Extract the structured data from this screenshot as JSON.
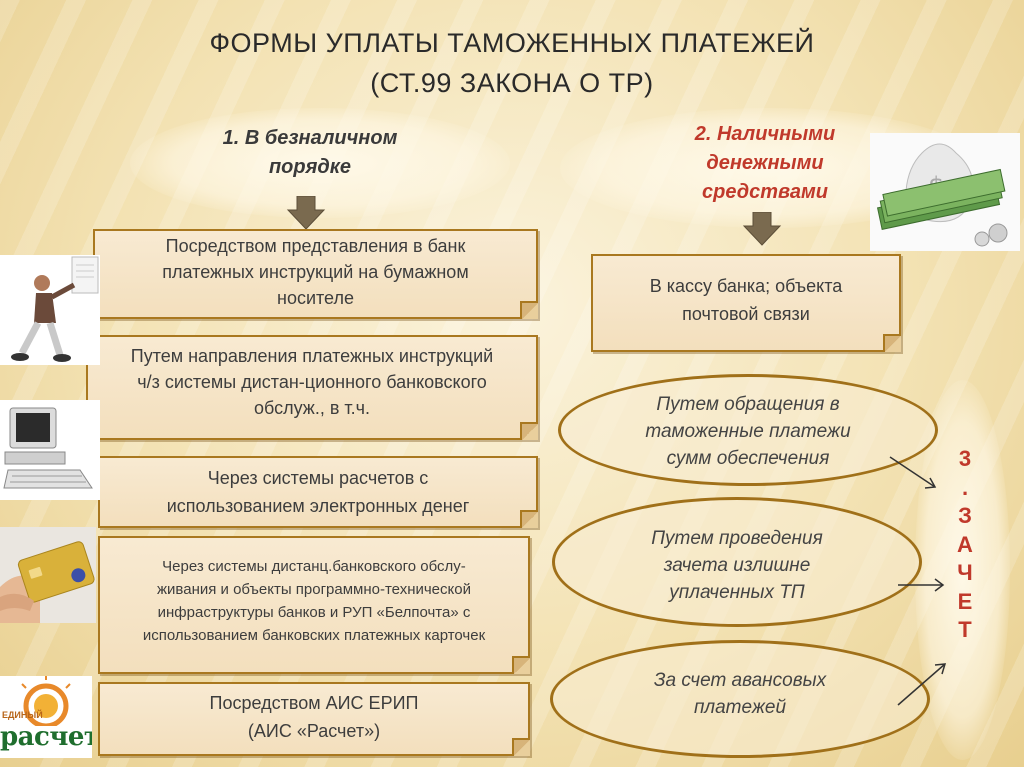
{
  "title": {
    "line1": "ФОРМЫ УПЛАТЫ ТАМОЖЕННЫХ ПЛАТЕЖЕЙ",
    "line2": "(СТ.99 ЗАКОНА О ТР)"
  },
  "left_column": {
    "heading_line1": "1. В безналичном",
    "heading_line2": "порядке",
    "boxes": [
      [
        "Посредством представления в банк",
        "платежных инструкций на бумажном",
        "носителе"
      ],
      [
        "Путем направления платежных инструкций",
        "ч/з системы дистан-ционного банковского",
        "обслуж., в т.ч."
      ],
      [
        "Через системы расчетов с",
        "использованием электронных денег"
      ],
      [
        "Через системы дистанц.банковского обслу-",
        "живания и объекты программно-технической",
        "инфраструктуры банков  и РУП «Белпочта» с",
        "использованием банковских платежных карточек"
      ],
      [
        "Посредством АИС ЕРИП",
        "(АИС «Расчет»)"
      ]
    ]
  },
  "right_column": {
    "heading_line1": "2. Наличными",
    "heading_line2": "денежными",
    "heading_line3": "средствами",
    "box": [
      "В кассу банка; объекта",
      "почтовой связи"
    ],
    "ellipses": [
      [
        "Путем обращения в",
        "таможенные платежи",
        "сумм обеспечения"
      ],
      [
        "Путем проведения",
        "зачета излишне",
        "уплаченных ТП"
      ],
      [
        "За счет авансовых",
        "платежей"
      ]
    ],
    "vertical_label": [
      "3",
      ".",
      "З",
      "А",
      "Ч",
      "Е",
      "Т"
    ]
  },
  "side_images": {
    "logo_text": "расчет",
    "logo_ring_text": "ЕДИНЫЙ"
  },
  "colors": {
    "accent_red": "#c0392b",
    "box_border": "#a9781f",
    "arrow": "#7a6a4f"
  }
}
